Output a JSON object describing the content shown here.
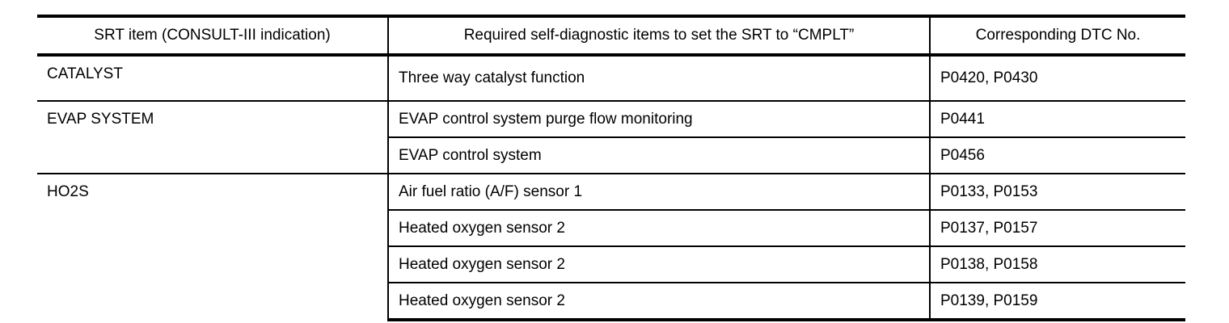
{
  "table": {
    "headers": [
      "SRT item (CONSULT-III indication)",
      "Required self-diagnostic items to set the SRT to “CMPLT”",
      "Corresponding DTC No."
    ],
    "groups": [
      {
        "srt_item": "CATALYST",
        "rows": [
          {
            "diagnostic_item": "Three way catalyst function",
            "dtc_no": "P0420, P0430"
          }
        ]
      },
      {
        "srt_item": "EVAP SYSTEM",
        "rows": [
          {
            "diagnostic_item": "EVAP control system purge flow monitoring",
            "dtc_no": "P0441"
          },
          {
            "diagnostic_item": "EVAP control system",
            "dtc_no": "P0456"
          }
        ]
      },
      {
        "srt_item": "HO2S",
        "rows": [
          {
            "diagnostic_item": "Air fuel ratio (A/F) sensor 1",
            "dtc_no": "P0133, P0153"
          },
          {
            "diagnostic_item": "Heated oxygen sensor 2",
            "dtc_no": "P0137, P0157"
          },
          {
            "diagnostic_item": "Heated oxygen sensor 2",
            "dtc_no": "P0138, P0158"
          },
          {
            "diagnostic_item": "Heated oxygen sensor 2",
            "dtc_no": "P0139, P0159"
          }
        ]
      }
    ],
    "colors": {
      "rule": "#000000",
      "text": "#000000",
      "background": "#ffffff"
    }
  }
}
